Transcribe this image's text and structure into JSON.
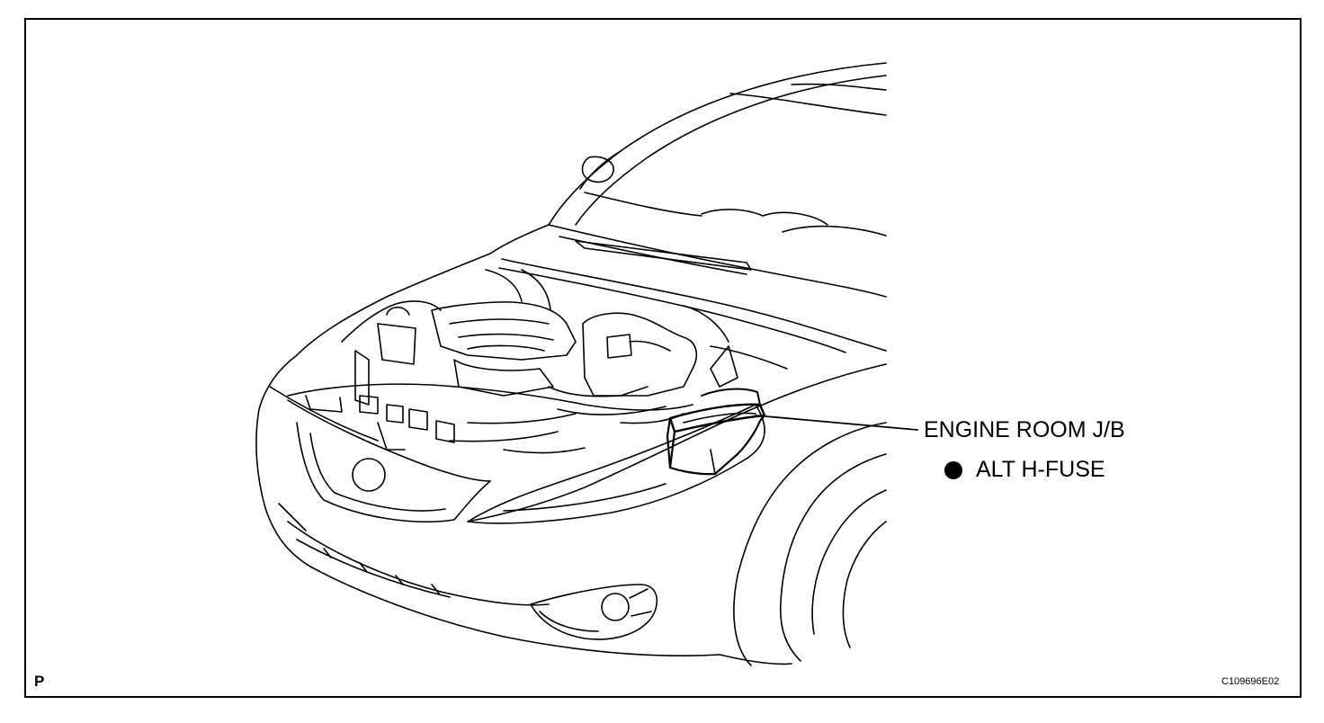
{
  "callout": {
    "component": "ENGINE ROOM J/B",
    "part": "ALT H-FUSE"
  },
  "corner_mark": "P",
  "figure_code": "C109696E02",
  "colors": {
    "line": "#000000",
    "background": "#ffffff"
  }
}
